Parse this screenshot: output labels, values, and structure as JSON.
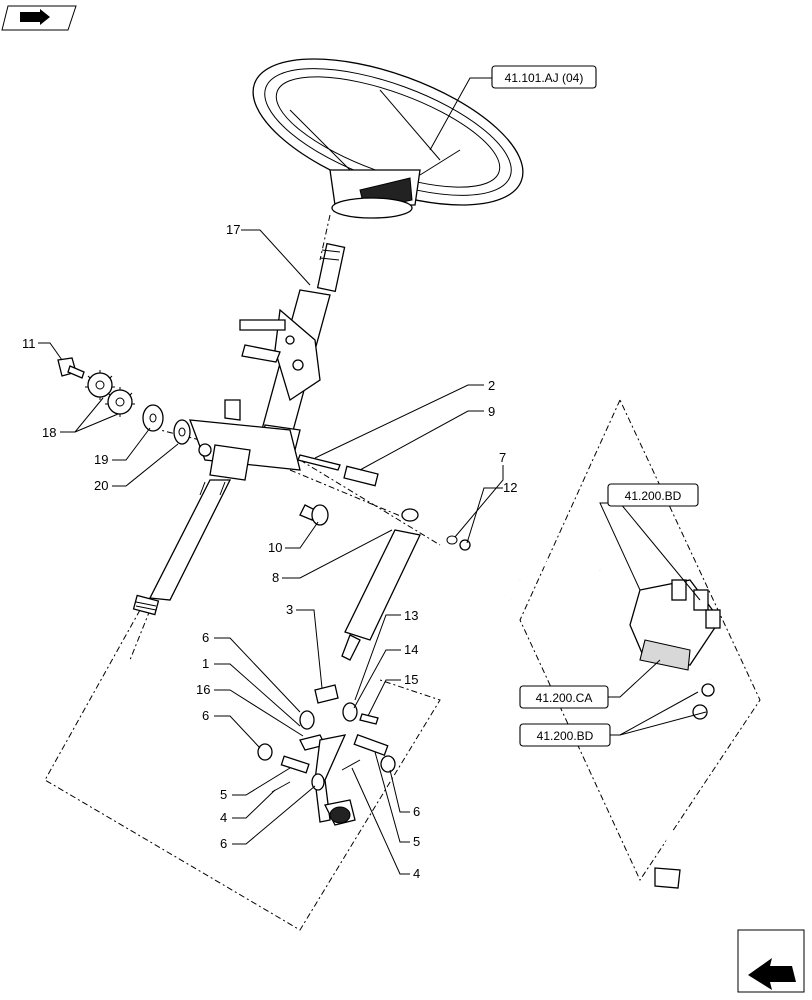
{
  "nav": {
    "top_left_icon": "book-arrow-icon",
    "bottom_right_icon": "next-page-arrow-icon"
  },
  "refs": {
    "steering_wheel": "41.101.AJ (04)",
    "hydraulic_top": "41.200.BD",
    "hydraulic_mid": "41.200.CA",
    "hydraulic_bottom": "41.200.BD"
  },
  "callouts": {
    "c17": "17",
    "c11": "11",
    "c18": "18",
    "c19": "19",
    "c20": "20",
    "c2": "2",
    "c9": "9",
    "c7": "7",
    "c12": "12",
    "c10": "10",
    "c8": "8",
    "c3": "3",
    "c13": "13",
    "c14": "14",
    "c15": "15",
    "c6a": "6",
    "c1": "1",
    "c16": "16",
    "c6b": "6",
    "c5a": "5",
    "c4a": "4",
    "c6c": "6",
    "c6d": "6",
    "c5b": "5",
    "c4b": "4"
  }
}
